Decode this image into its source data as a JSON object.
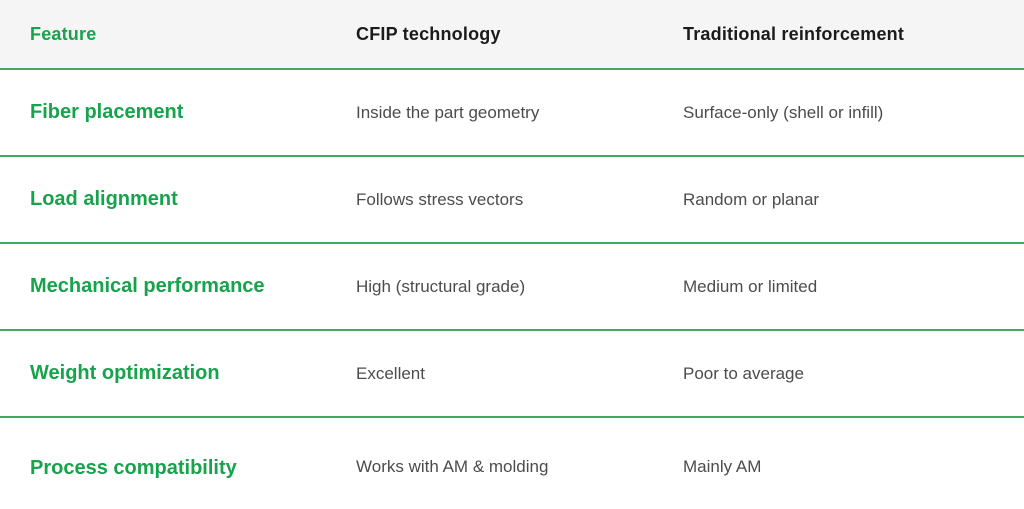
{
  "colors": {
    "accent_green": "#16a34c",
    "divider_green": "#3fa863",
    "header_background": "#f4f5f4",
    "header_text": "#1b1b1b",
    "value_text": "#4c4c4c"
  },
  "table": {
    "headers": [
      "Feature",
      "CFIP technology",
      "Traditional reinforcement"
    ],
    "rows": [
      {
        "feature": "Fiber placement",
        "cfip": "Inside the part geometry",
        "traditional": "Surface-only (shell or infill)"
      },
      {
        "feature": "Load alignment",
        "cfip": "Follows stress vectors",
        "traditional": "Random or planar"
      },
      {
        "feature": "Mechanical performance",
        "cfip": "High (structural grade)",
        "traditional": "Medium or limited"
      },
      {
        "feature": "Weight optimization",
        "cfip": "Excellent",
        "traditional": "Poor to average"
      },
      {
        "feature": "Process compatibility",
        "cfip": "Works with AM & molding",
        "traditional": "Mainly AM"
      }
    ]
  },
  "chart_data": {
    "type": "table",
    "title": "",
    "columns": [
      "Feature",
      "CFIP technology",
      "Traditional reinforcement"
    ],
    "rows": [
      [
        "Fiber placement",
        "Inside the part geometry",
        "Surface-only (shell or infill)"
      ],
      [
        "Load alignment",
        "Follows stress vectors",
        "Random or planar"
      ],
      [
        "Mechanical performance",
        "High (structural grade)",
        "Medium or limited"
      ],
      [
        "Weight optimization",
        "Excellent",
        "Poor to average"
      ],
      [
        "Process compatibility",
        "Works with AM & molding",
        "Mainly AM"
      ]
    ],
    "layout_hints": {
      "header_background": "#f4f5f4",
      "row_divider_color": "#3fa863",
      "feature_column_color": "#16a34c",
      "grid": "horizontal-dividers-only"
    }
  }
}
